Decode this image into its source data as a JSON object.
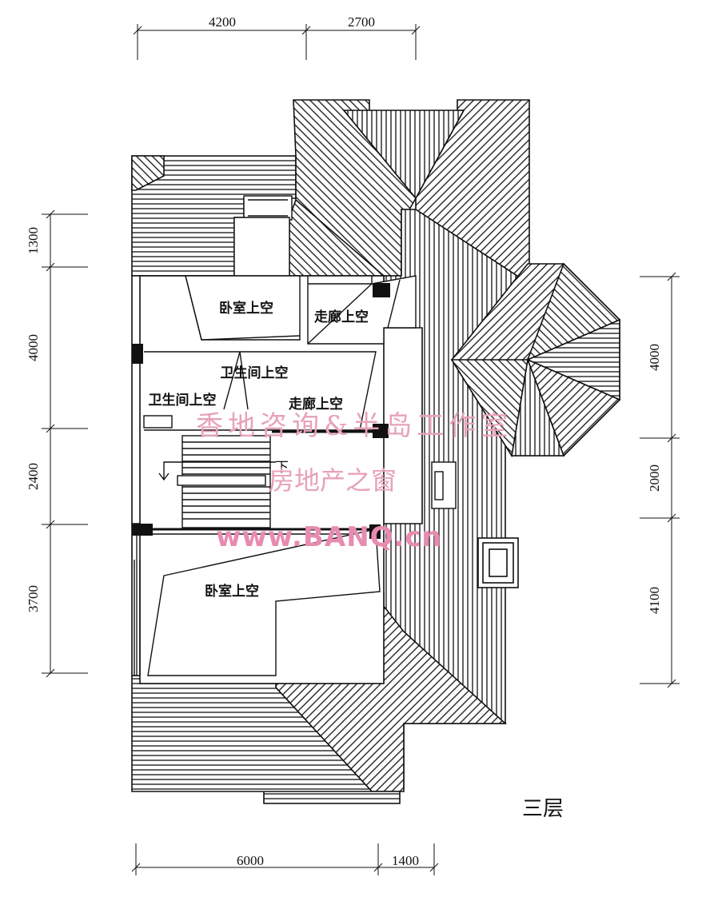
{
  "dimensions": {
    "top": [
      "4200",
      "2700"
    ],
    "bottom": [
      "6000",
      "1400"
    ],
    "left": [
      "1300",
      "4000",
      "2400",
      "3700"
    ],
    "right": [
      "4000",
      "2000",
      "4100"
    ]
  },
  "rooms": {
    "bedroom_void_top": "卧室上空",
    "corridor_void_top": "走廊上空",
    "bath_void_right": "卫生间上空",
    "bath_void_left": "卫生间上空",
    "corridor_void_mid": "走廊上空",
    "bedroom_void_bottom": "卧室上空"
  },
  "stair": {
    "down_label": "下"
  },
  "watermark": {
    "line1": "香地咨询&半岛工作室",
    "line2": "房地产之窗",
    "line3": "www.BANQ.cn"
  },
  "floor_label": "三层"
}
